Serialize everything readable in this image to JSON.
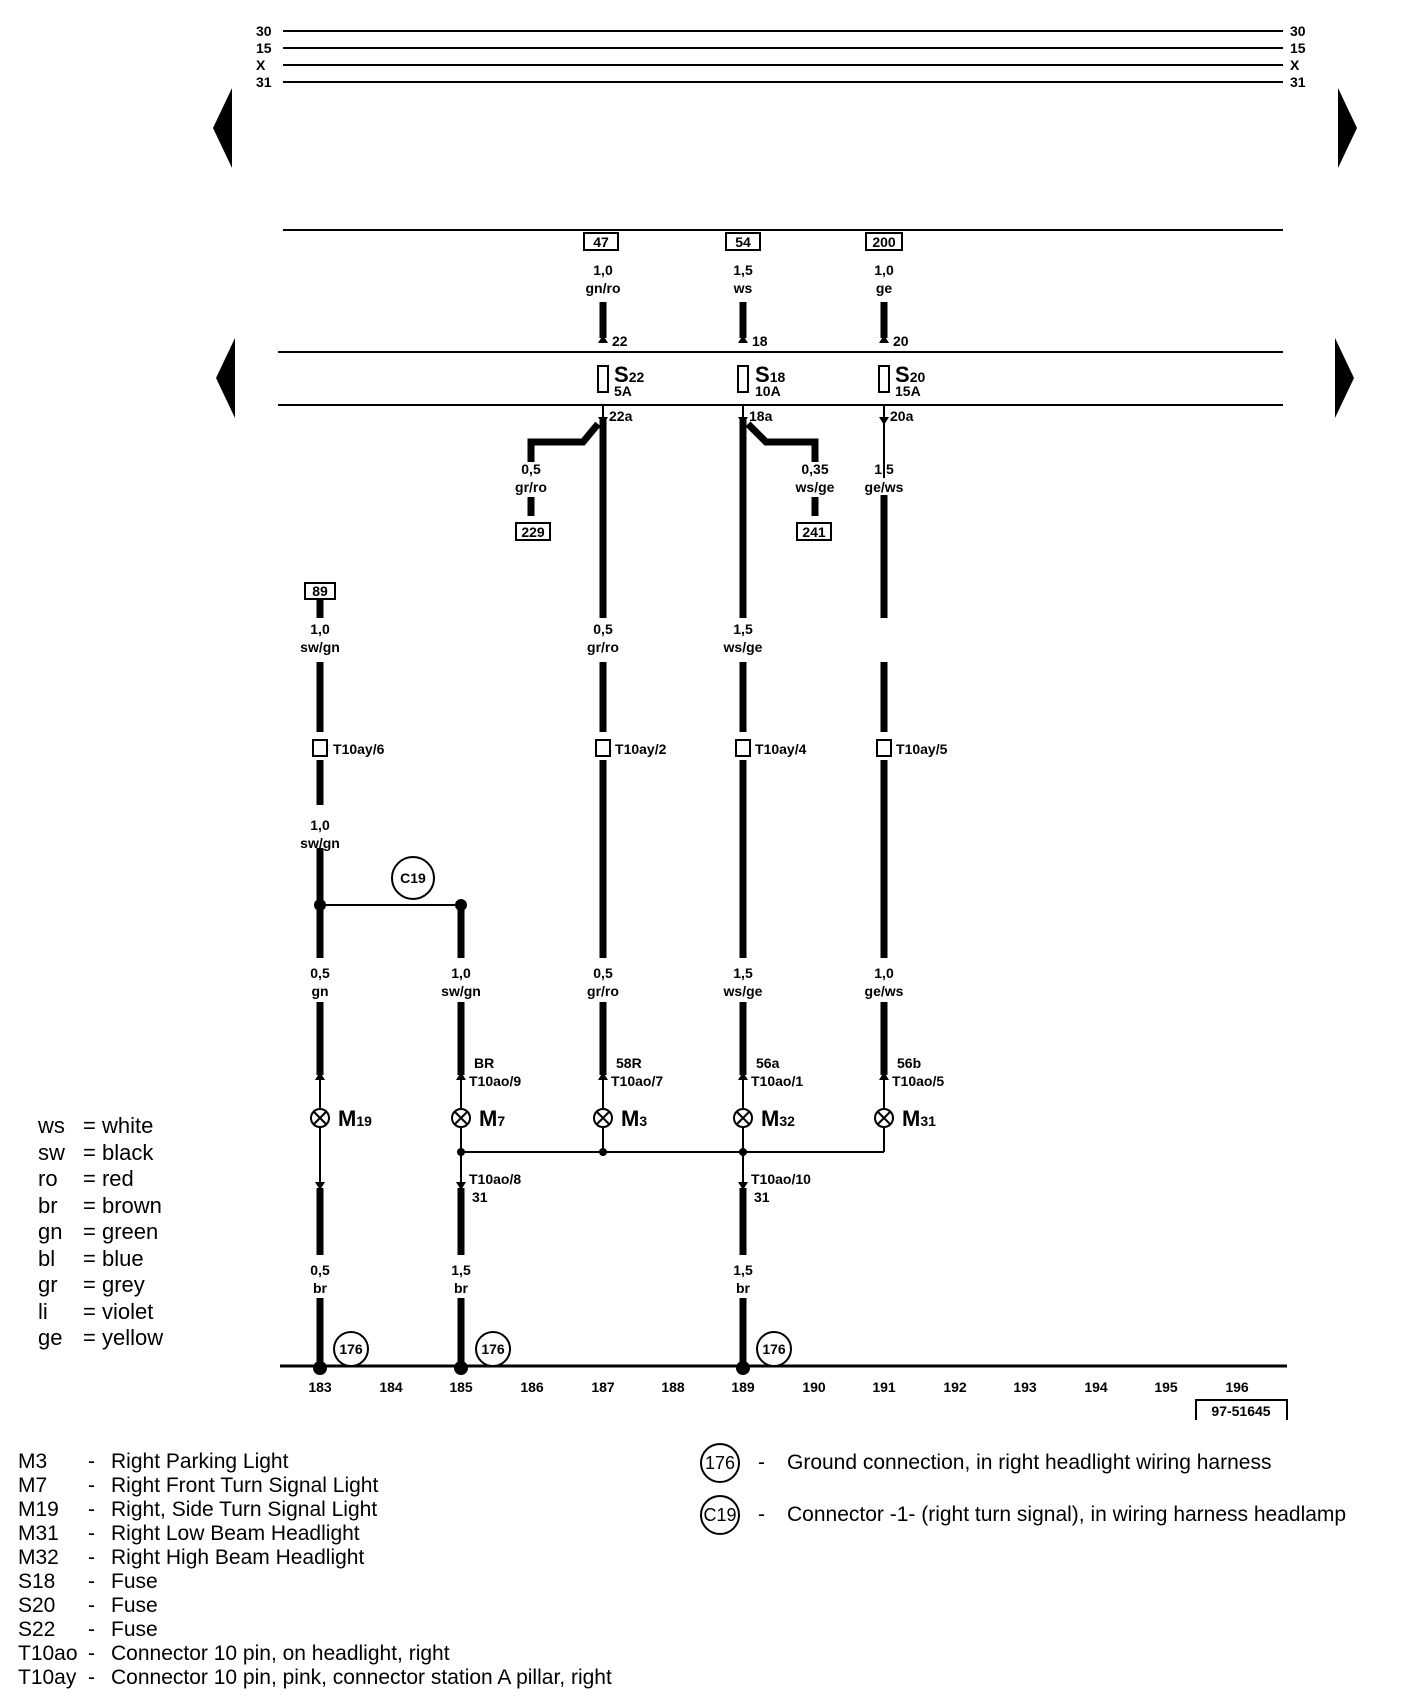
{
  "bus_labels": [
    "30",
    "15",
    "X",
    "31"
  ],
  "fuses": [
    {
      "name": "S22",
      "letter": "S",
      "sub": "22",
      "rating": "5A",
      "ref": "47",
      "in_gauge": "1,0",
      "in_color": "gn/ro",
      "pin_in": "22",
      "pin_out": "22a"
    },
    {
      "name": "S18",
      "letter": "S",
      "sub": "18",
      "rating": "10A",
      "ref": "54",
      "in_gauge": "1,5",
      "in_color": "ws",
      "pin_in": "18",
      "pin_out": "18a"
    },
    {
      "name": "S20",
      "letter": "S",
      "sub": "20",
      "rating": "15A",
      "ref": "200",
      "in_gauge": "1,0",
      "in_color": "ge",
      "pin_in": "20",
      "pin_out": "20a"
    }
  ],
  "branches": [
    {
      "gauge": "0,5",
      "color": "gr/ro",
      "ref": "229"
    },
    {
      "gauge": "0,35",
      "color": "ws/ge",
      "ref": "241"
    },
    {
      "gauge": "1,5",
      "color": "ge/ws"
    }
  ],
  "ref89": "89",
  "wire_labels": [
    {
      "gauge": "1,0",
      "color": "sw/gn"
    },
    {
      "gauge": "0,5",
      "color": "gr/ro"
    },
    {
      "gauge": "1,5",
      "color": "ws/ge"
    },
    {
      "gauge": "1,0",
      "color": "sw/gn"
    },
    {
      "gauge": "0,5",
      "color": "gn"
    },
    {
      "gauge": "1,0",
      "color": "sw/gn"
    },
    {
      "gauge": "0,5",
      "color": "gr/ro"
    },
    {
      "gauge": "1,5",
      "color": "ws/ge"
    },
    {
      "gauge": "1,0",
      "color": "ge/ws"
    },
    {
      "gauge": "0,5",
      "color": "br"
    },
    {
      "gauge": "1,5",
      "color": "br"
    },
    {
      "gauge": "1,5",
      "color": "br"
    }
  ],
  "t10ay": [
    {
      "main": "T",
      "sub": "10ay/6"
    },
    {
      "main": "T",
      "sub": "10ay/2"
    },
    {
      "main": "T",
      "sub": "10ay/4"
    },
    {
      "main": "T",
      "sub": "10ay/5"
    }
  ],
  "c19": "C19",
  "pin_labels": [
    {
      "top": "BR",
      "bottom": "T10ao/9"
    },
    {
      "top": "58R",
      "bottom": "T10ao/7"
    },
    {
      "top": "56a",
      "bottom": "T10ao/1"
    },
    {
      "top": "56b",
      "bottom": "T10ao/5"
    }
  ],
  "lamps": [
    {
      "letter": "M",
      "sub": "19"
    },
    {
      "letter": "M",
      "sub": "7"
    },
    {
      "letter": "M",
      "sub": "3"
    },
    {
      "letter": "M",
      "sub": "32"
    },
    {
      "letter": "M",
      "sub": "31"
    }
  ],
  "ground_pins": [
    {
      "pin": "T10ao/8",
      "term": "31"
    },
    {
      "pin": "T10ao/10",
      "term": "31"
    }
  ],
  "ground_ref": "176",
  "column_numbers": [
    "183",
    "184",
    "185",
    "186",
    "187",
    "188",
    "189",
    "190",
    "191",
    "192",
    "193",
    "194",
    "195",
    "196"
  ],
  "figure_id": "97-51645",
  "color_legend": [
    {
      "abbr": "ws",
      "name": "white"
    },
    {
      "abbr": "sw",
      "name": "black"
    },
    {
      "abbr": "ro",
      "name": "red"
    },
    {
      "abbr": "br",
      "name": "brown"
    },
    {
      "abbr": "gn",
      "name": "green"
    },
    {
      "abbr": "bl",
      "name": "blue"
    },
    {
      "abbr": "gr",
      "name": "grey"
    },
    {
      "abbr": "li",
      "name": "violet"
    },
    {
      "abbr": "ge",
      "name": "yellow"
    }
  ],
  "parts": [
    {
      "code": "M3",
      "desc": "Right Parking Light"
    },
    {
      "code": "M7",
      "desc": "Right Front Turn Signal Light"
    },
    {
      "code": "M19",
      "desc": "Right, Side Turn Signal Light"
    },
    {
      "code": "M31",
      "desc": "Right Low Beam Headlight"
    },
    {
      "code": "M32",
      "desc": "Right High Beam Headlight"
    },
    {
      "code": "S18",
      "desc": "Fuse"
    },
    {
      "code": "S20",
      "desc": "Fuse"
    },
    {
      "code": "S22",
      "desc": "Fuse"
    },
    {
      "code": "T10ao",
      "desc": "Connector 10 pin, on headlight, right"
    },
    {
      "code": "T10ay",
      "desc": "Connector 10 pin, pink, connector station A pillar, right"
    }
  ],
  "notes": [
    {
      "ref": "176",
      "desc": "Ground connection, in right headlight wiring harness"
    },
    {
      "ref": "C19",
      "desc": "Connector -1- (right turn signal), in wiring harness headlamp"
    }
  ]
}
